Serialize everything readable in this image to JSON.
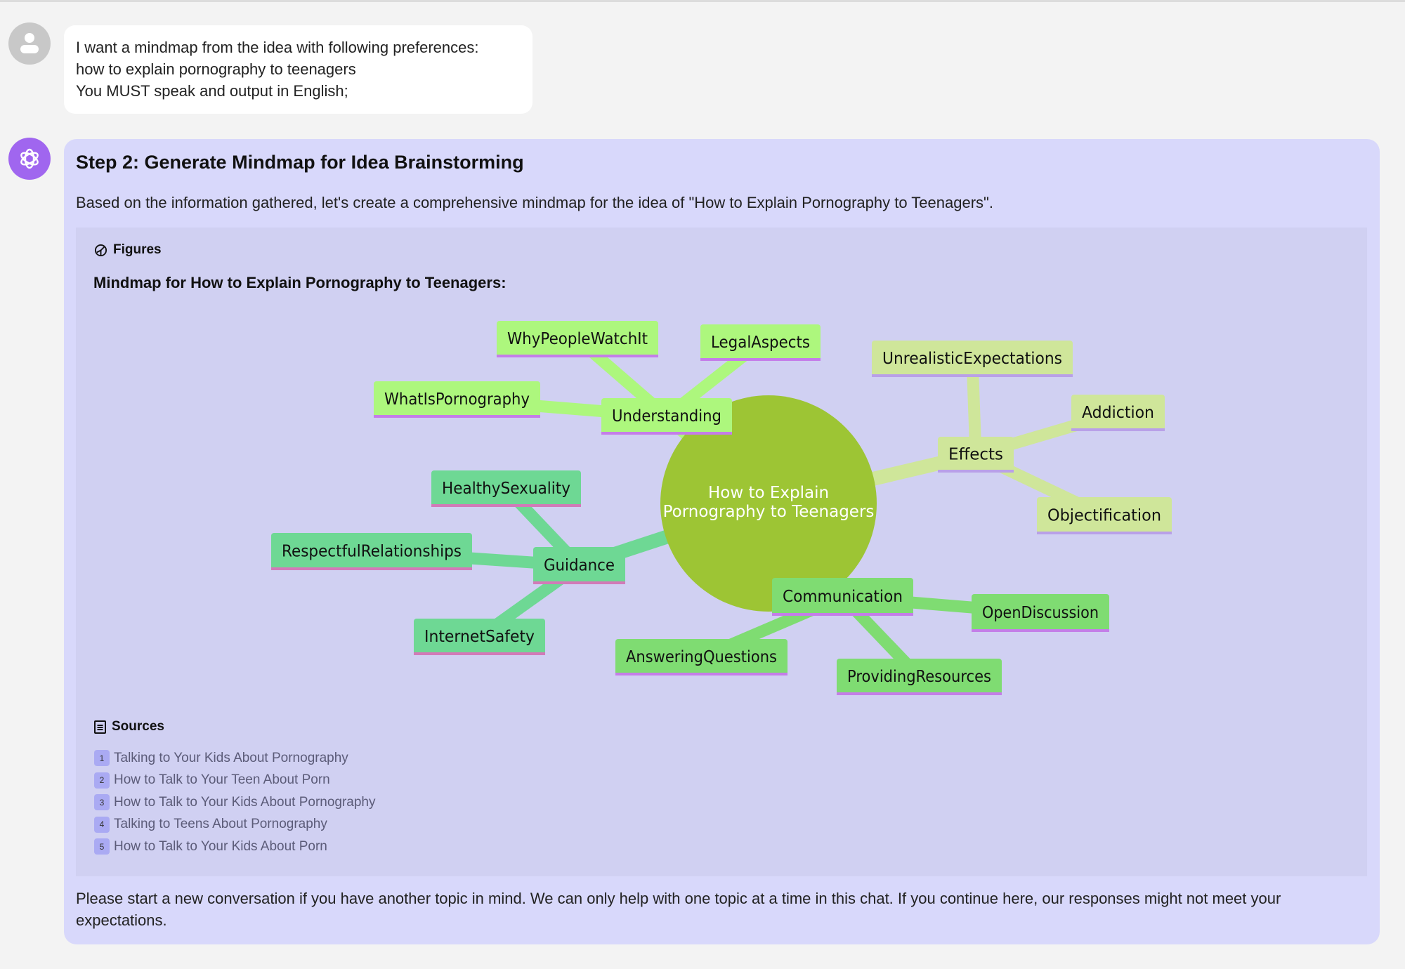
{
  "user_message": {
    "lines": [
      "I want a mindmap from the idea with following preferences:",
      "how to explain pornography to teenagers",
      "You MUST speak and output in English;"
    ]
  },
  "assistant": {
    "title": "Step 2: Generate Mindmap for Idea Brainstorming",
    "intro": "Based on the information gathered, let's create a comprehensive mindmap for the idea of \"How to Explain Pornography to Teenagers\".",
    "figures_label": "Figures",
    "mindmap_title": "Mindmap for How to Explain Pornography to Teenagers:",
    "sources_label": "Sources",
    "sources": [
      {
        "num": "1",
        "title": "Talking to Your Kids About Pornography"
      },
      {
        "num": "2",
        "title": "How to Talk to Your Teen About Porn"
      },
      {
        "num": "3",
        "title": "How to Talk to Your Kids About Pornography"
      },
      {
        "num": "4",
        "title": "Talking to Teens About Pornography"
      },
      {
        "num": "5",
        "title": "How to Talk to Your Kids About Porn"
      }
    ],
    "footer": "Please start a new conversation if you have another topic in mind. We can only help with one topic at a time in this chat. If you continue here, our responses might not meet your expectations."
  },
  "mindmap": {
    "root": {
      "label_lines": [
        "How to Explain",
        "Pornography to Teenagers"
      ],
      "color": "#9dc534"
    },
    "branches": [
      {
        "label": "Understanding",
        "color": "#adf77d",
        "underline": "#c47ee8",
        "children": [
          "WhyPeopleWatchIt",
          "LegalAspects",
          "WhatIsPornography"
        ]
      },
      {
        "label": "Effects",
        "color": "#cfe69a",
        "underline": "#b9a0e8",
        "children": [
          "UnrealisticExpectations",
          "Addiction",
          "Objectification"
        ]
      },
      {
        "label": "Guidance",
        "color": "#6ed894",
        "underline": "#d27ab8",
        "children": [
          "HealthySexuality",
          "RespectfulRelationships",
          "InternetSafety"
        ]
      },
      {
        "label": "Communication",
        "color": "#7fdc72",
        "underline": "#c47ee8",
        "children": [
          "OpenDiscussion",
          "AnsweringQuestions",
          "ProvidingResources"
        ]
      }
    ]
  }
}
